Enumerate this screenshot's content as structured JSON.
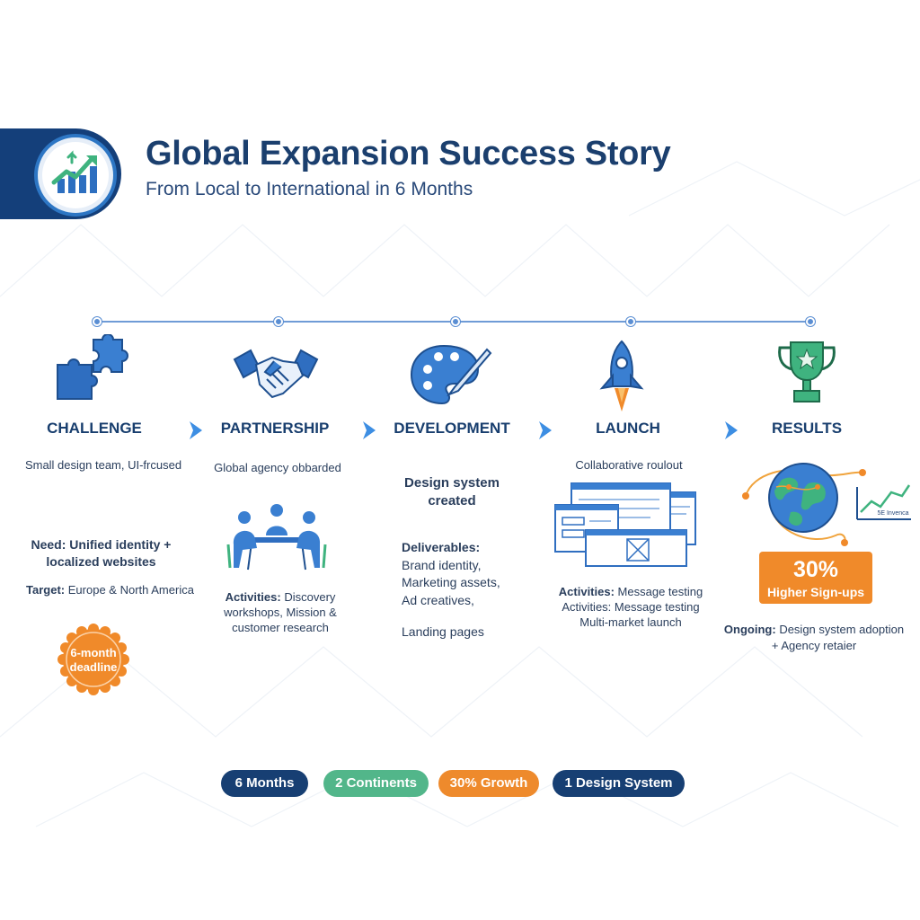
{
  "header": {
    "title": "Global Expansion Success Story",
    "subtitle": "From Local to International in 6 Months"
  },
  "stages": [
    {
      "label": "CHALLENGE",
      "icon": "puzzle-icon",
      "lines": [
        "Small design team, UI-frcused"
      ],
      "need_label": "Need:",
      "need_text": "Unified identity + localized websites",
      "target_label": "Target:",
      "target_text": "Europe & North America",
      "seal": "6-month deadline"
    },
    {
      "label": "PARTNERSHIP",
      "icon": "handshake-icon",
      "lines": [
        "Global agency obbarded"
      ],
      "activities_label": "Activities:",
      "activities_text": "Discovery workshops, Mission & customer research"
    },
    {
      "label": "DEVELOPMENT",
      "icon": "palette-icon",
      "headline": "Design system created",
      "deliverables_label": "Deliverables:",
      "deliverables": [
        "Brand identity,",
        "Marketing assets,",
        "Ad creatives,",
        "Landing pages"
      ]
    },
    {
      "label": "LAUNCH",
      "icon": "rocket-icon",
      "headline": "Collaborative roulout",
      "activities_label_1": "Activities:",
      "activities_text_1": "Message testing",
      "activities_label_2": "Activities:",
      "activities_text_2": "Message testing",
      "activities_text_3": "Multi-market launch"
    },
    {
      "label": "RESULTS",
      "icon": "trophy-icon",
      "chart_caption": "5E Invenca",
      "result_value": "30%",
      "result_text": "Higher Sign-ups",
      "ongoing_label": "Ongoing:",
      "ongoing_text": "Design system adoption",
      "ongoing_text_2": "+ Agency retaier"
    }
  ],
  "pills": [
    {
      "label": "6 Months",
      "color": "#173f73"
    },
    {
      "label": "2 Continents",
      "color": "#52b68a"
    },
    {
      "label": "30% Growth",
      "color": "#ee8a2c"
    },
    {
      "label": "1 Design System",
      "color": "#173f73"
    }
  ],
  "colors": {
    "navy": "#143f7a",
    "blue": "#3d8ee3",
    "orange": "#f08a2a",
    "green": "#52b68a"
  }
}
